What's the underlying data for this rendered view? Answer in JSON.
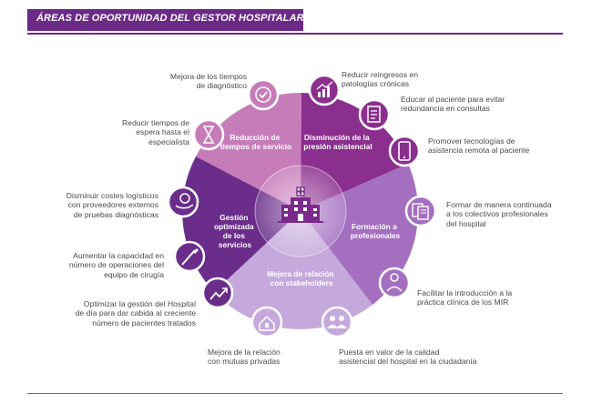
{
  "title": "ÁREAS DE OPORTUNIDAD DEL GESTOR HOSPITALARIO",
  "segments": [
    {
      "lines": [
        "Reducción de",
        "tiempos de servicio"
      ],
      "color": "#c77cba"
    },
    {
      "lines": [
        "Disminución de la",
        "presión asistencial"
      ],
      "color": "#8b2f8e"
    },
    {
      "lines": [
        "Formación a",
        "profesionales"
      ],
      "color": "#a56fc0"
    },
    {
      "lines": [
        "Mejora de relación",
        "con stakeholders"
      ],
      "color": "#c5a9dc"
    },
    {
      "lines": [
        "Gestión",
        "optimizada",
        "de los",
        "servicios"
      ],
      "color": "#6a2d8a"
    }
  ],
  "items": {
    "diag": "Mejora de los tiempos\nde diagnóstico",
    "espera": "Reducir tiempos de\nespera hasta el\nespecialista",
    "reingresos": "Reducir reingresos en\npatologías crónicas",
    "educar": "Educar al paciente para evitar\nredundancia en consultas",
    "promover": "Promover tecnologías de\nasistencia remota al paciente",
    "formar": "Formar de manera continuada\na los colectivos profesionales\ndel hospital",
    "mir": "Facilitar la introducción a la\npráctica clínica de los MIR",
    "puesta": "Puesta en valor de la calidad\nasistencial del hospital en la ciudadanía",
    "mutuas": "Mejora de la relación\ncon mutuas privadas",
    "optimizar": "Optimizar la gestión del Hospital\nde día para dar cabida al creciente\nnúmero de pacientes tratados",
    "aumentar": "Aumentar la capacidad en\nnúmero de operaciones del\nequipo de cirugía",
    "costes": "Disminuir costes logísticos\ncon proveedores externos\nde pruebas diagnósticas"
  },
  "colors": {
    "accent": "#6b2a86"
  }
}
